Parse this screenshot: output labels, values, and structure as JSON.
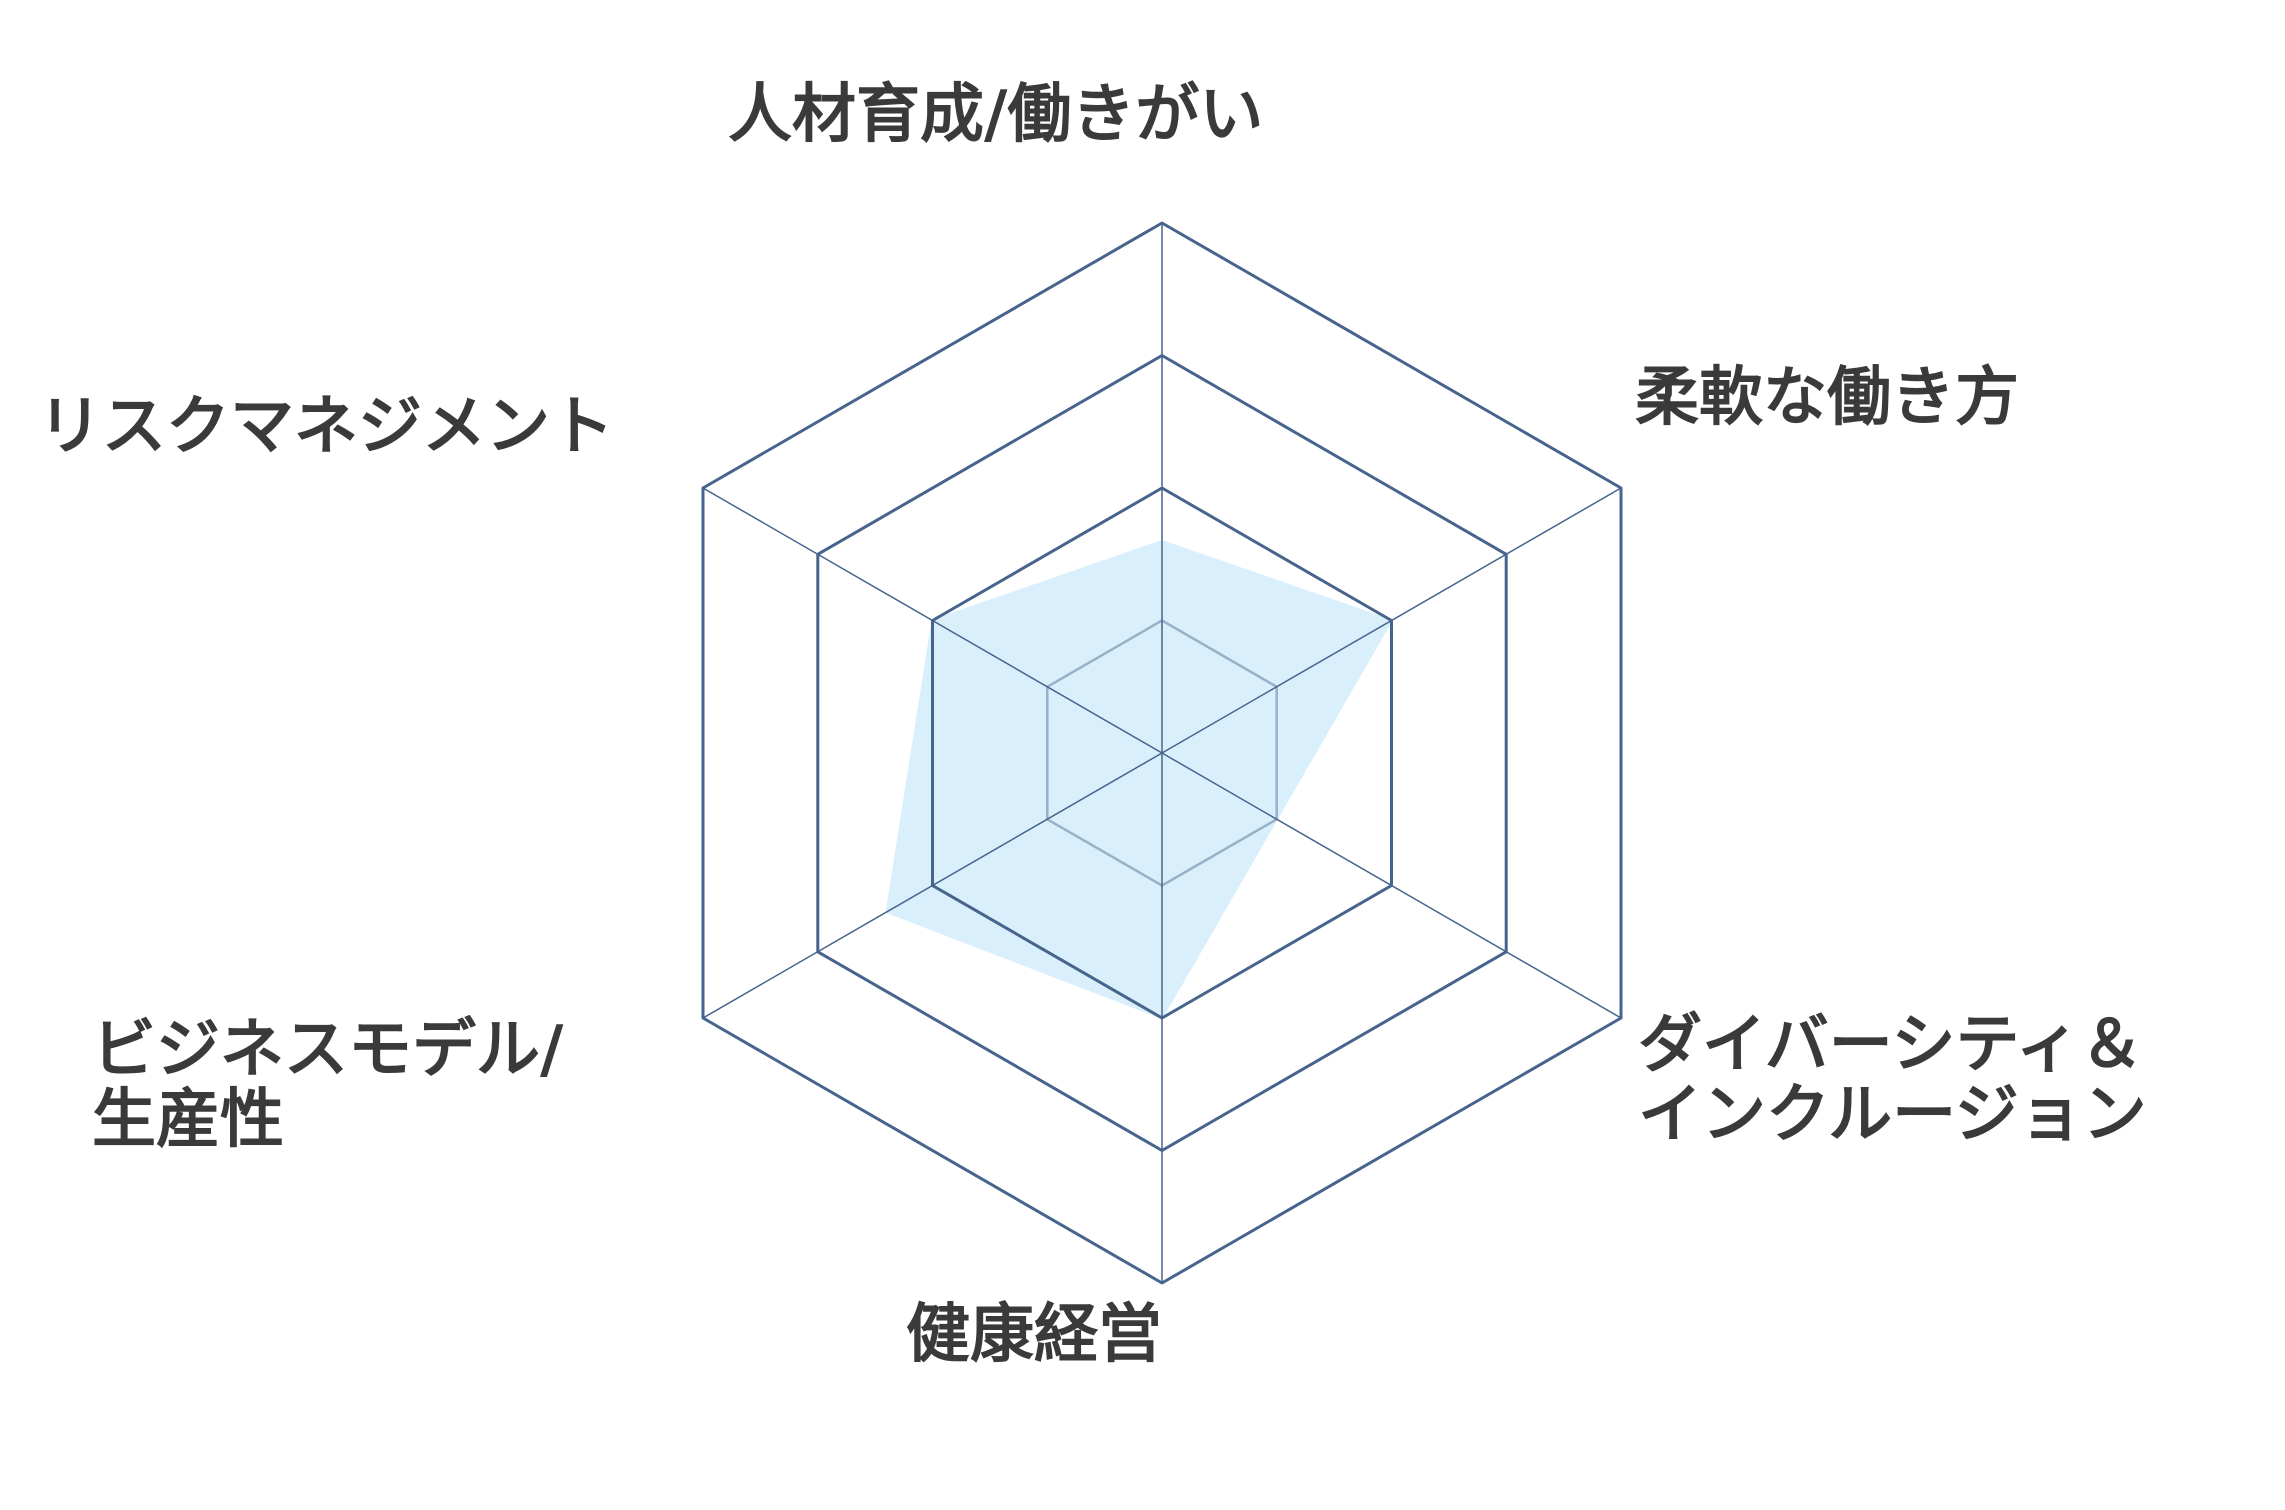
{
  "chart_data": {
    "type": "radar",
    "title": "",
    "axes": [
      {
        "label_lines": [
          "人材育成/働きがい"
        ]
      },
      {
        "label_lines": [
          "柔軟な働き方"
        ]
      },
      {
        "label_lines": [
          "ダイバーシティ＆",
          "インクルージョン"
        ]
      },
      {
        "label_lines": [
          "健康経営"
        ]
      },
      {
        "label_lines": [
          "ビジネスモデル/",
          "生産性"
        ]
      },
      {
        "label_lines": [
          "リスクマネジメント"
        ]
      }
    ],
    "rings": 4,
    "range": [
      0,
      4
    ],
    "series": [
      {
        "values": [
          1.6,
          2.0,
          1.0,
          2.0,
          2.4,
          2.0
        ]
      }
    ],
    "colors": {
      "grid": "#46648c",
      "fill": "#d9f0fc",
      "fill_stroke": "#d9f0fc",
      "label": "#3a3a3a"
    }
  }
}
